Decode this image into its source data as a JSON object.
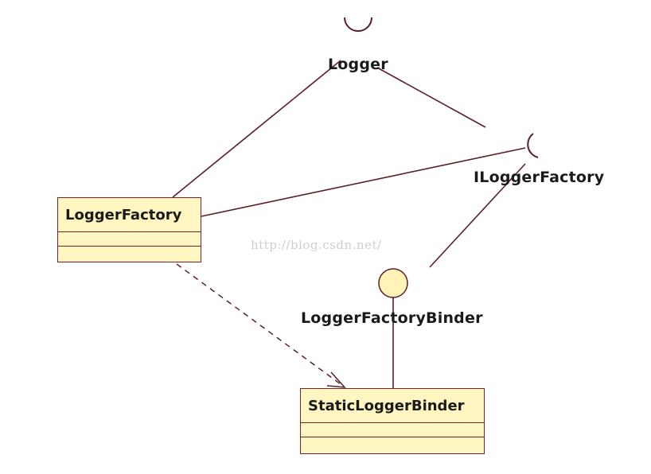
{
  "diagram": {
    "interfaces": [
      {
        "id": "logger",
        "label": "Logger"
      },
      {
        "id": "ilogger-factory",
        "label": "ILoggerFactory"
      },
      {
        "id": "logger-factory-binder",
        "label": "LoggerFactoryBinder"
      }
    ],
    "classes": [
      {
        "id": "logger-factory",
        "name": "LoggerFactory"
      },
      {
        "id": "static-logger-binder",
        "name": "StaticLoggerBinder"
      }
    ],
    "watermark": "http://blog.csdn.net/",
    "colors": {
      "line": "#5a1f28",
      "class_fill": "#fff6c2",
      "class_border": "#7a1f2a",
      "lollipop_fill": "#fff3b8"
    }
  }
}
